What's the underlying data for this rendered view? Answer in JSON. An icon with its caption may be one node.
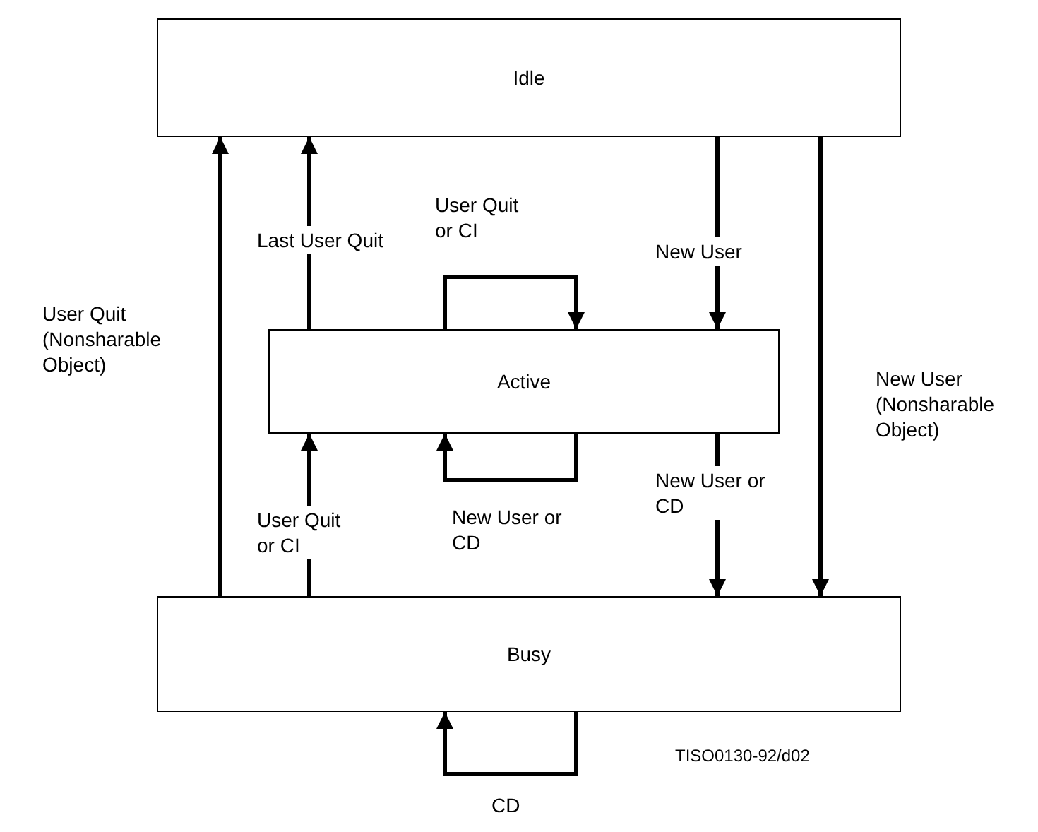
{
  "diagram": {
    "nodes": [
      {
        "text": [
          "Idle"
        ]
      },
      {
        "text": [
          "Active"
        ]
      },
      {
        "text": [
          "Busy"
        ]
      }
    ],
    "edges": [
      {
        "from": 2,
        "to": 0,
        "arrow": "to",
        "label": "User Quit (Nonsharable Object)"
      },
      {
        "from": 1,
        "to": 0,
        "arrow": "to",
        "label": "Last User Quit"
      },
      {
        "from": 1,
        "to": 1,
        "arrow": "to",
        "label": "User Quit or CI"
      },
      {
        "from": 0,
        "to": 1,
        "arrow": "to",
        "label": "New User"
      },
      {
        "from": 0,
        "to": 2,
        "arrow": "to",
        "label": "New User (Nonsharable Object)"
      },
      {
        "from": 2,
        "to": 1,
        "arrow": "to",
        "label": "User Quit or CI"
      },
      {
        "from": 1,
        "to": 1,
        "arrow": "to",
        "label": "New User or CD"
      },
      {
        "from": 1,
        "to": 2,
        "arrow": "to",
        "label": "New User or CD"
      },
      {
        "from": 2,
        "to": 2,
        "arrow": "to",
        "label": "CD"
      }
    ],
    "labels": [
      "TISO0130-92/d02"
    ]
  }
}
